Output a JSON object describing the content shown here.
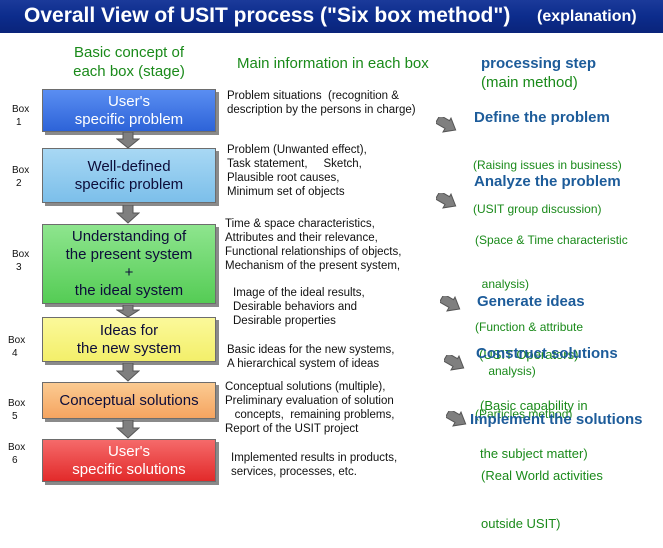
{
  "title": {
    "main": "Overall View of USIT process (\"Six box method\")",
    "sub": "(explanation)"
  },
  "headers": {
    "concept": [
      "Basic concept of",
      "each box (stage)"
    ],
    "info": "Main information in each box",
    "step": "processing step",
    "step_sub": "(main method)"
  },
  "boxes": [
    {
      "label": [
        "Box",
        "1"
      ],
      "title": [
        "User's",
        "specific problem"
      ],
      "color": "#3a72e0"
    },
    {
      "label": [
        "Box",
        "2"
      ],
      "title": [
        "Well-defined",
        "specific problem"
      ],
      "color": "#8fcaf0"
    },
    {
      "label": [
        "Box",
        "3"
      ],
      "title": [
        "Understanding of",
        "the present system",
        "+",
        "the ideal system"
      ],
      "color": "#6fd86f"
    },
    {
      "label": [
        "Box",
        "4"
      ],
      "title": [
        "Ideas for",
        "the new system"
      ],
      "color": "#f7f37e"
    },
    {
      "label": [
        "Box",
        "5"
      ],
      "title": [
        "Conceptual solutions"
      ],
      "color": "#f8b878"
    },
    {
      "label": [
        "Box",
        "6"
      ],
      "title": [
        "User's",
        "specific solutions"
      ],
      "color": "#ee4444"
    }
  ],
  "info_blocks": [
    [
      "Problem situations  (recognition &",
      "description by the persons in charge)"
    ],
    [
      "Problem (Unwanted effect),",
      "Task statement,     Sketch,",
      "Plausible root causes,",
      "Minimum set of objects"
    ],
    [
      "Time & space characteristics,",
      "Attributes and their relevance,",
      "Functional relationships of objects,",
      "Mechanism of the present system,"
    ],
    [
      "Image of the ideal results,",
      "Desirable behaviors and",
      "Desirable properties"
    ],
    [
      "Basic ideas for the new systems,",
      "A hierarchical system of ideas"
    ],
    [
      "Conceptual solutions (multiple),",
      "Preliminary evaluation of solution",
      "   concepts,  remaining problems,",
      "Report of the USIT project"
    ],
    [
      "Implemented results in products,",
      "services, processes, etc."
    ]
  ],
  "steps": [
    {
      "heading": "Define the problem",
      "details": [
        "(Raising issues in business)",
        "(USIT group discussion)"
      ]
    },
    {
      "heading": "Analyze the problem",
      "details": [
        "(Space & Time characteristic",
        "  analysis)",
        "(Function & attribute",
        "    analysis)",
        "(Particles method)"
      ]
    },
    {
      "heading": "Generate ideas",
      "details": [
        "(USIT Operators)"
      ]
    },
    {
      "heading": "Construct solutions",
      "details": [
        "(Basic capability in",
        "the subject matter)"
      ]
    },
    {
      "heading": "Implement the solutions",
      "details": [
        "(Real World activities",
        "outside USIT)"
      ]
    }
  ]
}
